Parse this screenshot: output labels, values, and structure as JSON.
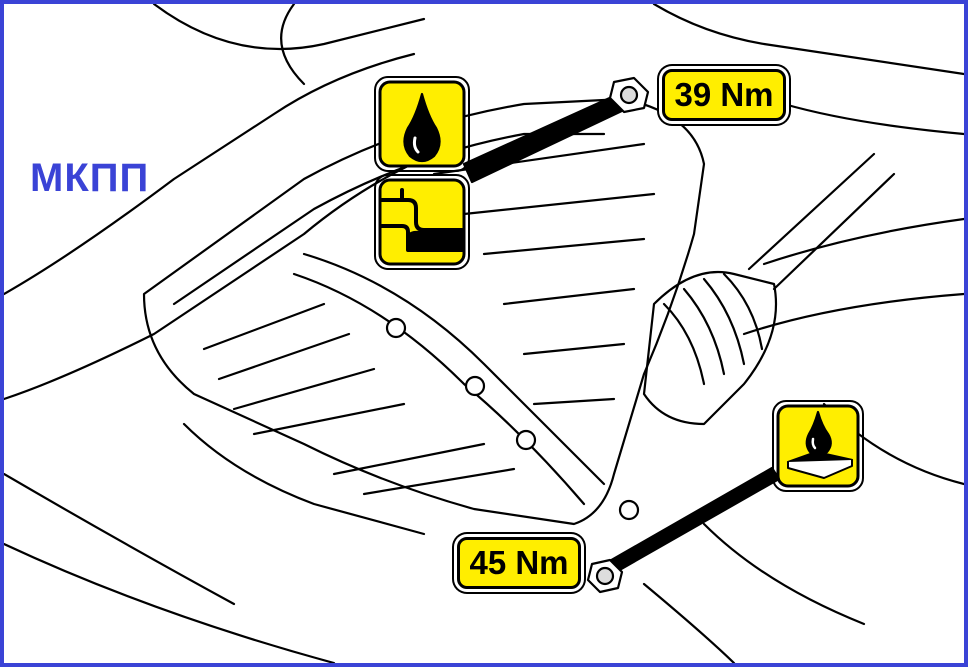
{
  "title": "МКПП",
  "colors": {
    "frame": "#3a43d6",
    "title": "#3a43d6",
    "label_fill": "#ffee00",
    "line": "#000000"
  },
  "callouts": [
    {
      "label": "39 Nm",
      "icons": [
        "oil-drop-icon",
        "oil-level-icon"
      ]
    },
    {
      "label": "45 Nm",
      "icons": [
        "oil-drain-icon"
      ]
    }
  ]
}
